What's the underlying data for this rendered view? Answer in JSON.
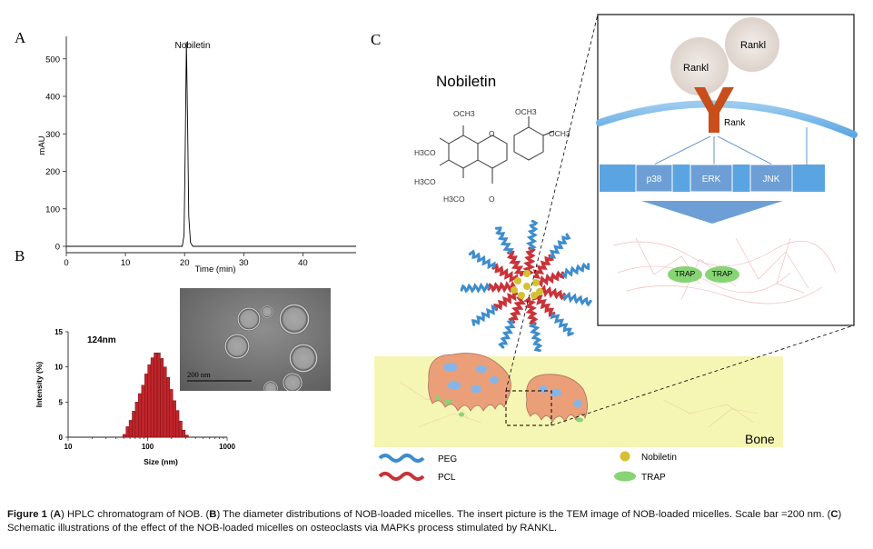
{
  "panel_labels": {
    "a": "A",
    "b": "B",
    "c": "C"
  },
  "chart_data": [
    {
      "type": "line",
      "panel": "A",
      "title": "",
      "xlabel": "Time (min)",
      "ylabel": "mAU",
      "xlim": [
        0,
        49
      ],
      "ylim": [
        0,
        560
      ],
      "xticks": [
        0,
        10,
        20,
        30,
        40
      ],
      "yticks": [
        0,
        100,
        200,
        300,
        400,
        500
      ],
      "annotation": "Nobiletin",
      "series": [
        {
          "name": "Nobiletin",
          "x": [
            0,
            19.6,
            19.9,
            20.1,
            20.3,
            20.5,
            20.7,
            21.0,
            21.4,
            49
          ],
          "y": [
            0,
            0,
            30,
            260,
            545,
            330,
            80,
            10,
            0,
            0
          ]
        }
      ]
    },
    {
      "type": "bar",
      "panel": "B",
      "annotation": "124nm",
      "xlabel": "Size (nm)",
      "ylabel": "Intensity (%)",
      "xscale": "log",
      "xlim": [
        10,
        1000
      ],
      "ylim": [
        0,
        15
      ],
      "xticks": [
        10,
        100,
        1000
      ],
      "yticks": [
        0,
        5,
        10,
        15
      ],
      "x": [
        51,
        56,
        61,
        67,
        73,
        80,
        88,
        96,
        105,
        115,
        126,
        138,
        151,
        165,
        181,
        198,
        217,
        237,
        260,
        284,
        311
      ],
      "values": [
        0.4,
        1.5,
        2.4,
        3.7,
        5.0,
        6.2,
        7.4,
        9.0,
        10.3,
        11.3,
        12.0,
        12.0,
        11.2,
        10.0,
        8.5,
        6.8,
        5.2,
        3.8,
        2.3,
        1.0,
        0.3
      ]
    }
  ],
  "tem": {
    "scale_label": "200 nm"
  },
  "schematic": {
    "title": "Nobiletin",
    "structure_labels": {
      "och3_top": "OCH3",
      "och3_right": "OCH3",
      "och3_a": "OCH3",
      "h3co_1": "H3CO",
      "h3co_2": "H3CO",
      "h3co_3": "H3CO",
      "ketone": "O",
      "ring_o": "O"
    },
    "rankl_1": "Rankl",
    "rankl_2": "Rankl",
    "rank": "Rank",
    "pathway": [
      "p38",
      "ERK",
      "JNK"
    ],
    "trap_1": "TRAP",
    "trap_2": "TRAP",
    "bone": "Bone",
    "legend": {
      "peg": "PEG",
      "pcl": "PCL",
      "nobiletin": "Nobiletin",
      "trap": "TRAP"
    },
    "colors": {
      "peg": "#3e8ccc",
      "pcl": "#c8333a",
      "nobiletin": "#d4c132",
      "trap": "#86d474",
      "rank": "#c84e1c",
      "bone": "#f6f6b4",
      "osteoclast": "#eb9f78",
      "nucleus": "#86b6e8",
      "pathway_bar": "#5aa4e2",
      "pathway_box": "#6d9fd6"
    }
  },
  "caption": {
    "fig": "Figure 1",
    "a_label": "A",
    "a_text": "HPLC chromatogram of NOB.",
    "b_label": "B",
    "b_text": "The diameter distributions of NOB-loaded micelles. The insert picture is the TEM image of NOB-loaded micelles. Scale bar =200 nm.",
    "c_label": "C",
    "c_text": "Schematic illustrations of the effect of the NOB-loaded micelles on osteoclasts via MAPKs process stimulated by RANKL."
  }
}
